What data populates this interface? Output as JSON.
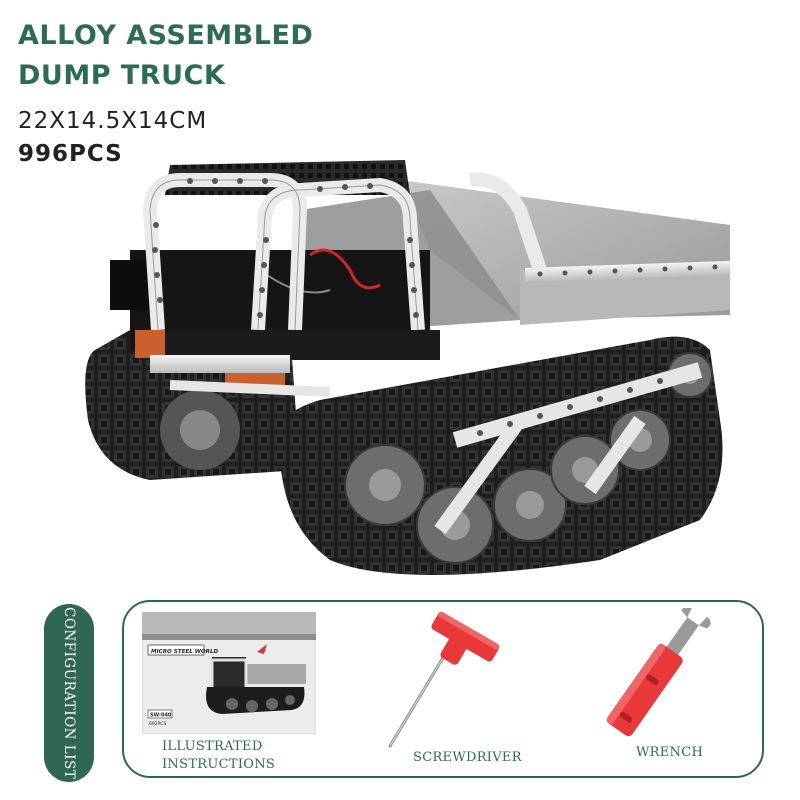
{
  "product": {
    "title_line1": "ALLOY ASSEMBLED",
    "title_line2": "DUMP TRUCK",
    "dimensions": "22X14.5X14CM",
    "piece_count": "996PCS"
  },
  "config": {
    "label": "CONFIGURATION LIST",
    "items": [
      {
        "caption_line1": "ILLUSTRATED",
        "caption_line2": "INSTRUCTIONS"
      },
      {
        "caption": "SCREWDRIVER"
      },
      {
        "caption": "WRENCH"
      }
    ],
    "manual": {
      "brand": "MICRO STEEL WORLD",
      "model": "SW-040",
      "pcs": "692PCS"
    }
  },
  "colors": {
    "brand_green": "#2e6b57",
    "tool_red": "#e8383a",
    "track_black": "#1c1c1c",
    "steel": "#d9dadb"
  }
}
